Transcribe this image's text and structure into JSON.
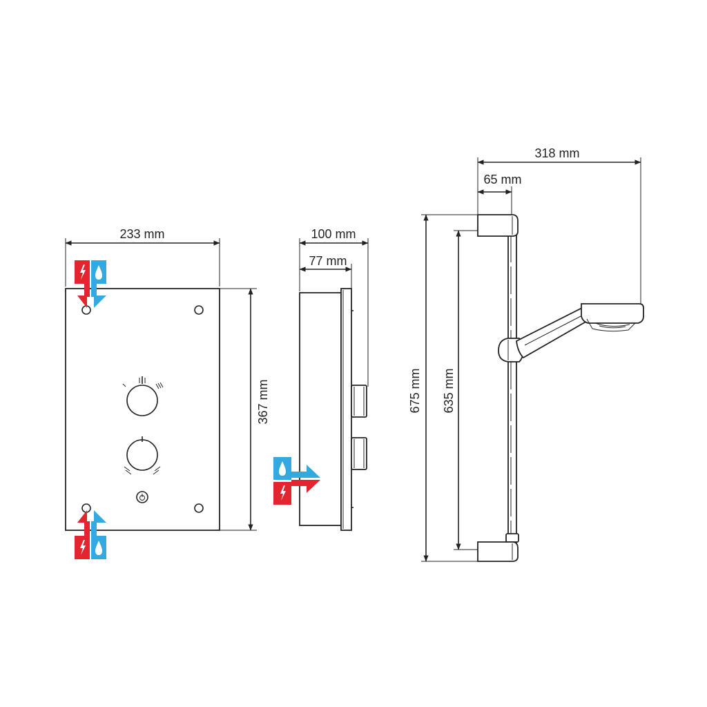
{
  "colors": {
    "hot": "#e4242e",
    "cold": "#33a9e0",
    "line": "#222222",
    "background": "#ffffff"
  },
  "front_view": {
    "width_label": "233 mm",
    "height_label": "367 mm",
    "icons": [
      "electric-bolt-icon",
      "water-drop-icon",
      "power-button-icon"
    ]
  },
  "side_view": {
    "depth_label": "100 mm",
    "body_depth_label": "77 mm"
  },
  "riser_rail": {
    "total_width_label": "318 mm",
    "bracket_width_label": "65 mm",
    "total_height_label": "675 mm",
    "bracket_centres_label": "635 mm"
  }
}
